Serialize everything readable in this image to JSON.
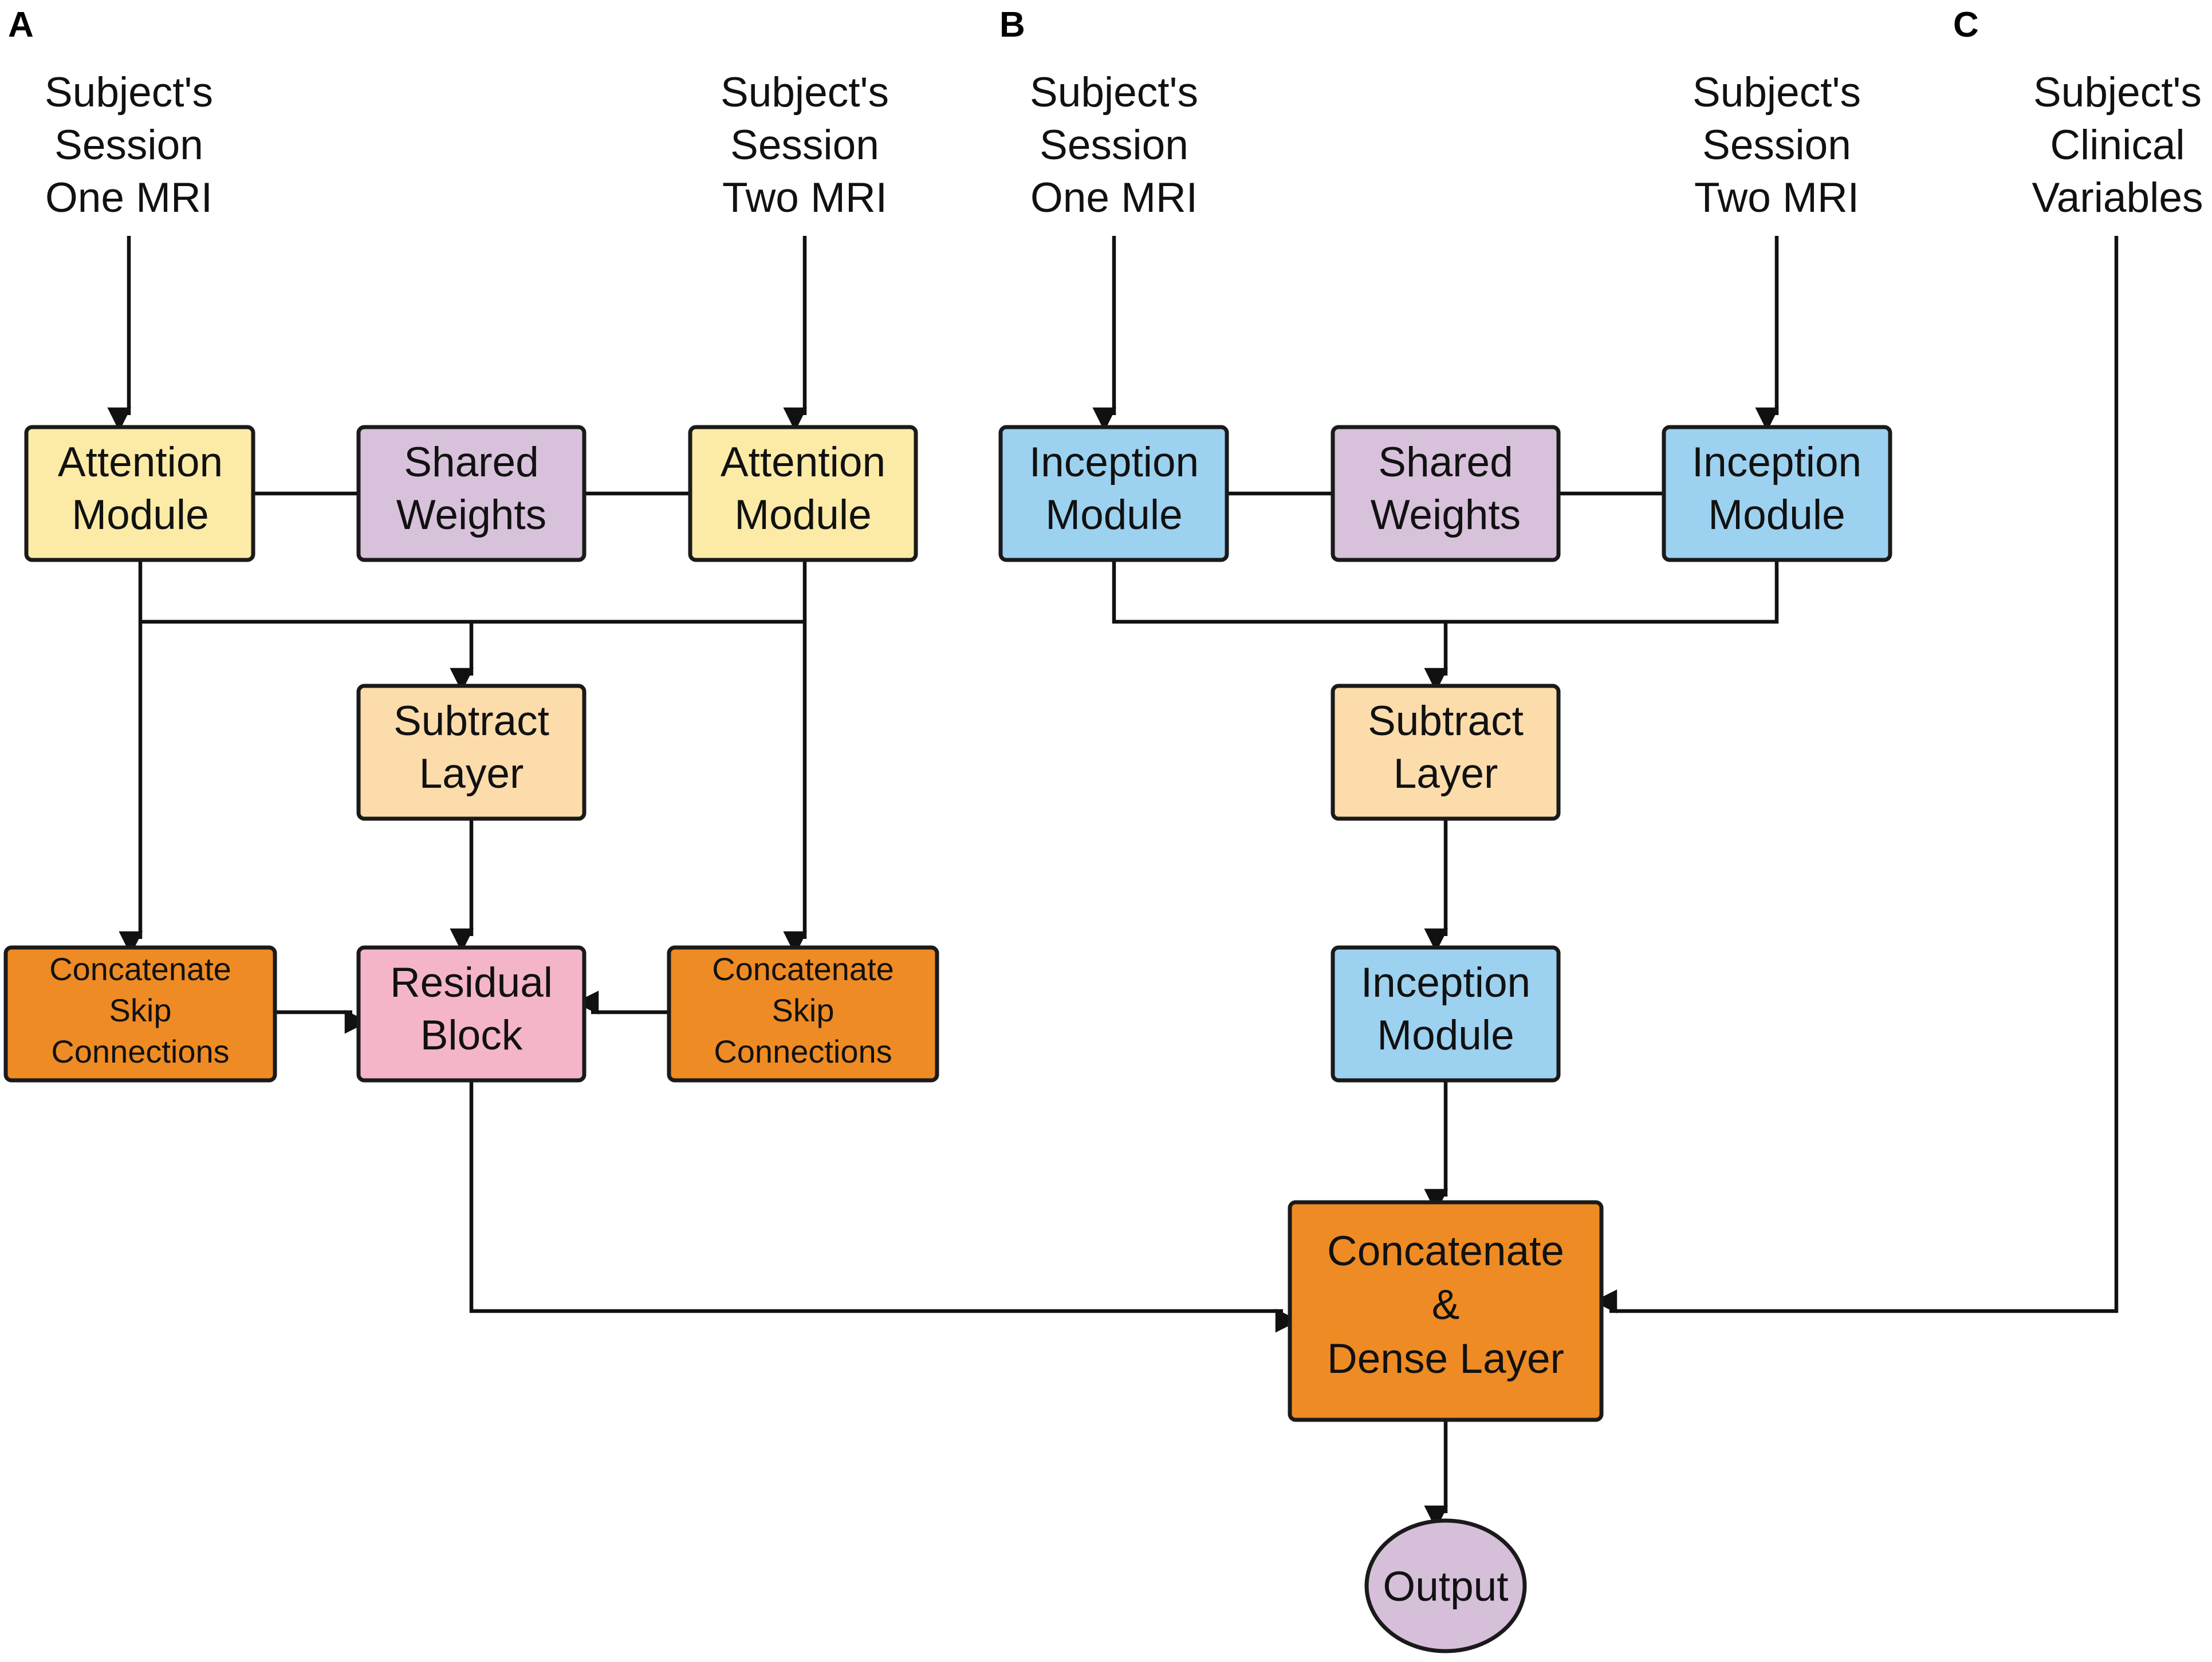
{
  "panels": {
    "a": "A",
    "b": "B",
    "c": "C"
  },
  "colors": {
    "attention": "#FCEBA6",
    "shared": "#D8C1DB",
    "subtract": "#FCDCAB",
    "concat": "#EE8B24",
    "residual": "#F4B5C8",
    "inception": "#9CD1F0",
    "output": "#D5BFD9"
  },
  "inputs": {
    "a_session_one": [
      "Subject's",
      "Session",
      "One MRI"
    ],
    "a_session_two": [
      "Subject's",
      "Session",
      "Two MRI"
    ],
    "b_session_one": [
      "Subject's",
      "Session",
      "One MRI"
    ],
    "b_session_two": [
      "Subject's",
      "Session",
      "Two MRI"
    ],
    "c_clinical": [
      "Subject's",
      "Clinical",
      "Variables"
    ]
  },
  "nodes": {
    "a_attention_left": [
      "Attention",
      "Module"
    ],
    "a_shared_weights": [
      "Shared",
      "Weights"
    ],
    "a_attention_right": [
      "Attention",
      "Module"
    ],
    "a_subtract": [
      "Subtract",
      "Layer"
    ],
    "a_concat_skip_left": [
      "Concatenate",
      "Skip",
      "Connections"
    ],
    "a_residual": [
      "Residual",
      "Block"
    ],
    "a_concat_skip_right": [
      "Concatenate",
      "Skip",
      "Connections"
    ],
    "b_inception_left": [
      "Inception",
      "Module"
    ],
    "b_shared_weights": [
      "Shared",
      "Weights"
    ],
    "b_inception_right": [
      "Inception",
      "Module"
    ],
    "b_subtract": [
      "Subtract",
      "Layer"
    ],
    "b_inception_mid": [
      "Inception",
      "Module"
    ],
    "concat_dense": [
      "Concatenate",
      "&",
      "Dense Layer"
    ],
    "output": [
      "Output"
    ]
  },
  "edges": [
    [
      "a_session_one",
      "a_attention_left"
    ],
    [
      "a_session_two",
      "a_attention_right"
    ],
    [
      "a_attention_left",
      "a_subtract"
    ],
    [
      "a_attention_right",
      "a_subtract"
    ],
    [
      "a_attention_left",
      "a_concat_skip_left"
    ],
    [
      "a_attention_right",
      "a_concat_skip_right"
    ],
    [
      "a_subtract",
      "a_residual"
    ],
    [
      "a_concat_skip_left",
      "a_residual"
    ],
    [
      "a_concat_skip_right",
      "a_residual"
    ],
    [
      "a_residual",
      "concat_dense"
    ],
    [
      "b_session_one",
      "b_inception_left"
    ],
    [
      "b_session_two",
      "b_inception_right"
    ],
    [
      "b_inception_left",
      "b_subtract"
    ],
    [
      "b_inception_right",
      "b_subtract"
    ],
    [
      "b_subtract",
      "b_inception_mid"
    ],
    [
      "b_inception_mid",
      "concat_dense"
    ],
    [
      "c_clinical",
      "concat_dense"
    ],
    [
      "concat_dense",
      "output"
    ]
  ]
}
